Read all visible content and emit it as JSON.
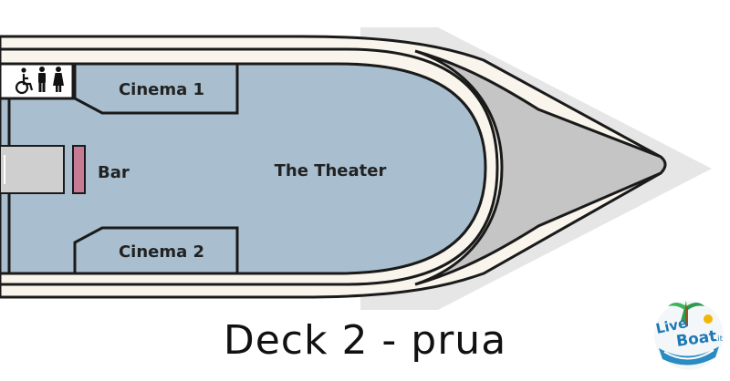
{
  "rooms": {
    "cinema1": "Cinema 1",
    "cinema2": "Cinema 2",
    "bar": "Bar",
    "theater": "The Theater"
  },
  "icons": [
    "accessible-icon",
    "man-icon",
    "woman-icon"
  ],
  "caption": "Deck 2 - prua",
  "logo": {
    "word1": "Live",
    "word2": "Boat",
    "suffix": ".it"
  },
  "colors": {
    "deck_fill": "#a9bfcf",
    "hull_fill": "#faf5ec",
    "outline": "#1a1a1a",
    "bow_gray": "#c5c5c5",
    "shadow_gray": "#e6e6e6",
    "bar_counter": "#c77a93",
    "stage_gray": "#cfcfcf"
  }
}
